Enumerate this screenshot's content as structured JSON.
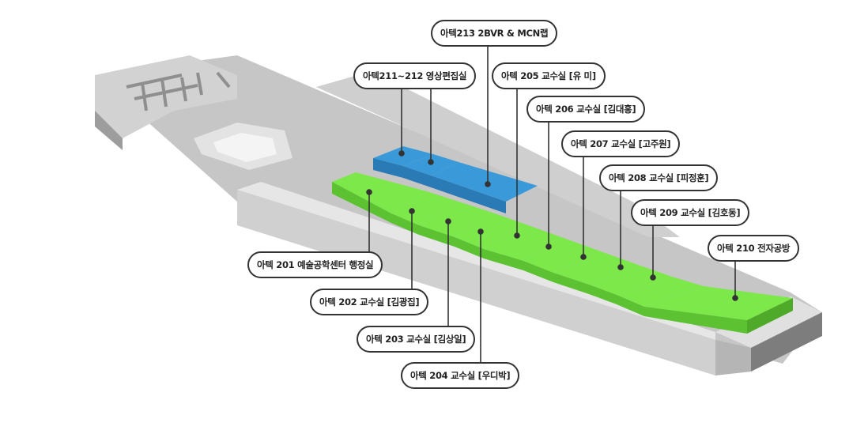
{
  "labels": {
    "r213": "아텍213 2BVR & MCN랩",
    "r211": "아텍211~212 영상편집실",
    "r205": "아텍 205 교수실 [유 미]",
    "r206": "아텍 206 교수실 [김대홍]",
    "r207": "아텍 207 교수실 [고주원]",
    "r208": "아텍 208 교수실 [피정훈]",
    "r209": "아텍 209 교수실 [김호동]",
    "r210": "아텍 210 전자공방",
    "r201": "아텍 201 예술공학센터 행정실",
    "r202": "아텍 202 교수실 [김광집]",
    "r203": "아텍 203 교수실 [김상일]",
    "r204": "아텍 204 교수실 [우디박]"
  },
  "colors": {
    "green": "#7de84a",
    "green_side": "#5cc232",
    "blue": "#3a9ad9",
    "blue_side": "#2a7ab5",
    "wall": "#d6d6d6",
    "floor": "#bdbdbd",
    "outline": "#333333"
  }
}
